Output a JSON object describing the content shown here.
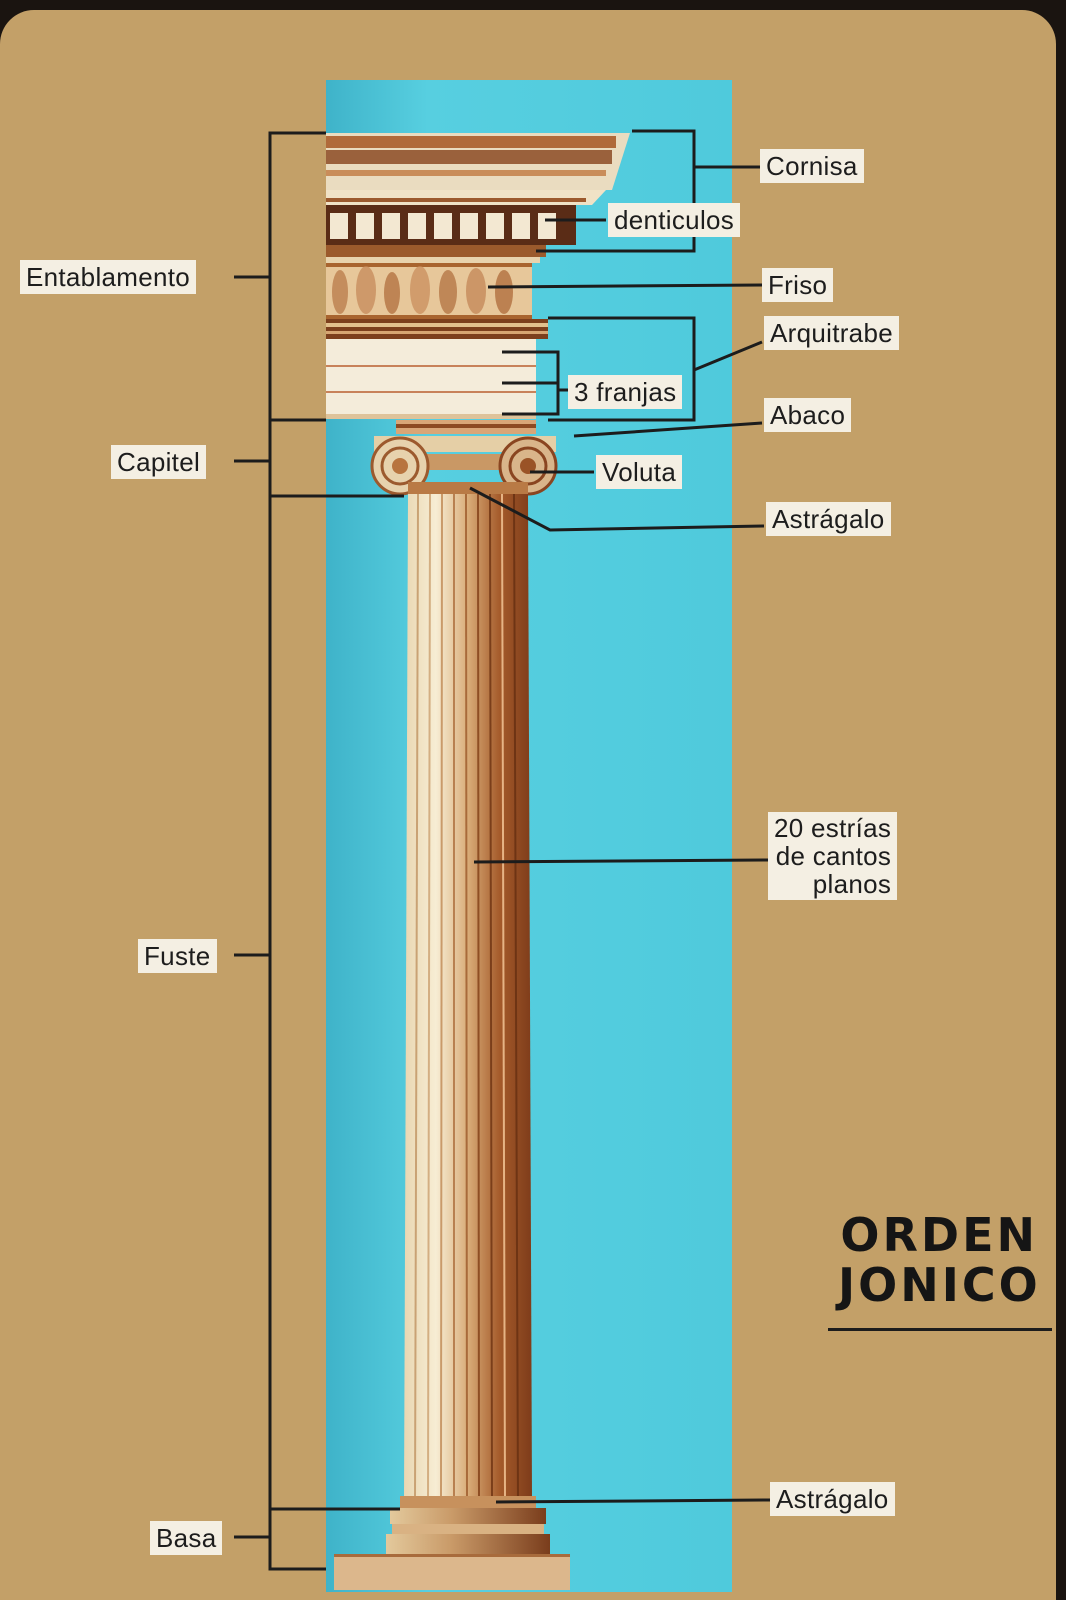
{
  "labels": {
    "entablamento": "Entablamento",
    "capitel": "Capitel",
    "fuste": "Fuste",
    "basa": "Basa",
    "cornisa": "Cornisa",
    "denticulos": "denticulos",
    "friso": "Friso",
    "arquitrabe": "Arquitrabe",
    "franjas": "3 franjas",
    "abaco": "Abaco",
    "voluta": "Voluta",
    "astragalo_top": "Astrágalo",
    "estrias": "20 estrías\nde cantos\nplanos",
    "astragalo_bottom": "Astrágalo"
  },
  "title": {
    "line1": "ORDEN",
    "line2": "JONICO"
  },
  "colors": {
    "card": "#c3a068",
    "sky": "#4ccbdc",
    "label_bg": "#f4efe3",
    "line": "#1c1c1c",
    "stone_light": "#efe2c2",
    "stone_dark": "#9a5326"
  }
}
